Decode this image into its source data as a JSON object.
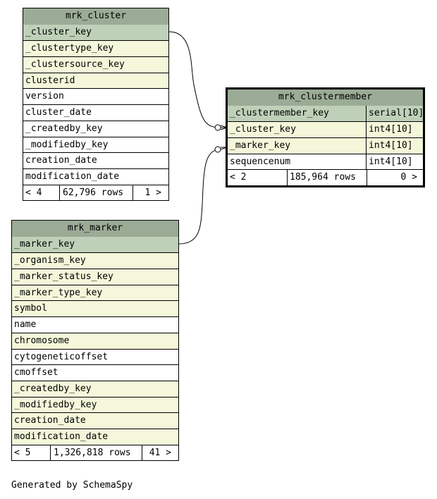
{
  "tables": {
    "mrk_cluster": {
      "name": "mrk_cluster",
      "columns": [
        {
          "name": "_cluster_key",
          "kind": "pk"
        },
        {
          "name": "_clustertype_key",
          "kind": "fk"
        },
        {
          "name": "_clustersource_key",
          "kind": "fk"
        },
        {
          "name": "clusterid",
          "kind": "fk"
        },
        {
          "name": "version",
          "kind": "plain"
        },
        {
          "name": "cluster_date",
          "kind": "plain"
        },
        {
          "name": "_createdby_key",
          "kind": "plain"
        },
        {
          "name": "_modifiedby_key",
          "kind": "plain"
        },
        {
          "name": "creation_date",
          "kind": "plain"
        },
        {
          "name": "modification_date",
          "kind": "plain"
        }
      ],
      "footer": {
        "parents": "< 4",
        "rows": "62,796 rows",
        "children": "1 >"
      }
    },
    "mrk_marker": {
      "name": "mrk_marker",
      "columns": [
        {
          "name": "_marker_key",
          "kind": "pk"
        },
        {
          "name": "_organism_key",
          "kind": "fk"
        },
        {
          "name": "_marker_status_key",
          "kind": "fk"
        },
        {
          "name": "_marker_type_key",
          "kind": "fk"
        },
        {
          "name": "symbol",
          "kind": "fk"
        },
        {
          "name": "name",
          "kind": "plain"
        },
        {
          "name": "chromosome",
          "kind": "fk"
        },
        {
          "name": "cytogeneticoffset",
          "kind": "plain"
        },
        {
          "name": "cmoffset",
          "kind": "plain"
        },
        {
          "name": "_createdby_key",
          "kind": "fk"
        },
        {
          "name": "_modifiedby_key",
          "kind": "fk"
        },
        {
          "name": "creation_date",
          "kind": "fk"
        },
        {
          "name": "modification_date",
          "kind": "fk"
        }
      ],
      "footer": {
        "parents": "< 5",
        "rows": "1,326,818 rows",
        "children": "41 >"
      }
    },
    "mrk_clustermember": {
      "name": "mrk_clustermember",
      "columns": [
        {
          "name": "_clustermember_key",
          "type": "serial[10]",
          "kind": "pk"
        },
        {
          "name": "_cluster_key",
          "type": "int4[10]",
          "kind": "fk"
        },
        {
          "name": "_marker_key",
          "type": "int4[10]",
          "kind": "fk"
        },
        {
          "name": "sequencenum",
          "type": "int4[10]",
          "kind": "plain"
        }
      ],
      "footer": {
        "parents": "< 2",
        "rows": "185,964 rows",
        "children": "0 >"
      }
    }
  },
  "colors": {
    "header": "#9bab96",
    "primary_key": "#bed1b8",
    "foreign_key": "#f4f7da",
    "plain": "#ffffff"
  },
  "caption": "Generated by SchemaSpy"
}
